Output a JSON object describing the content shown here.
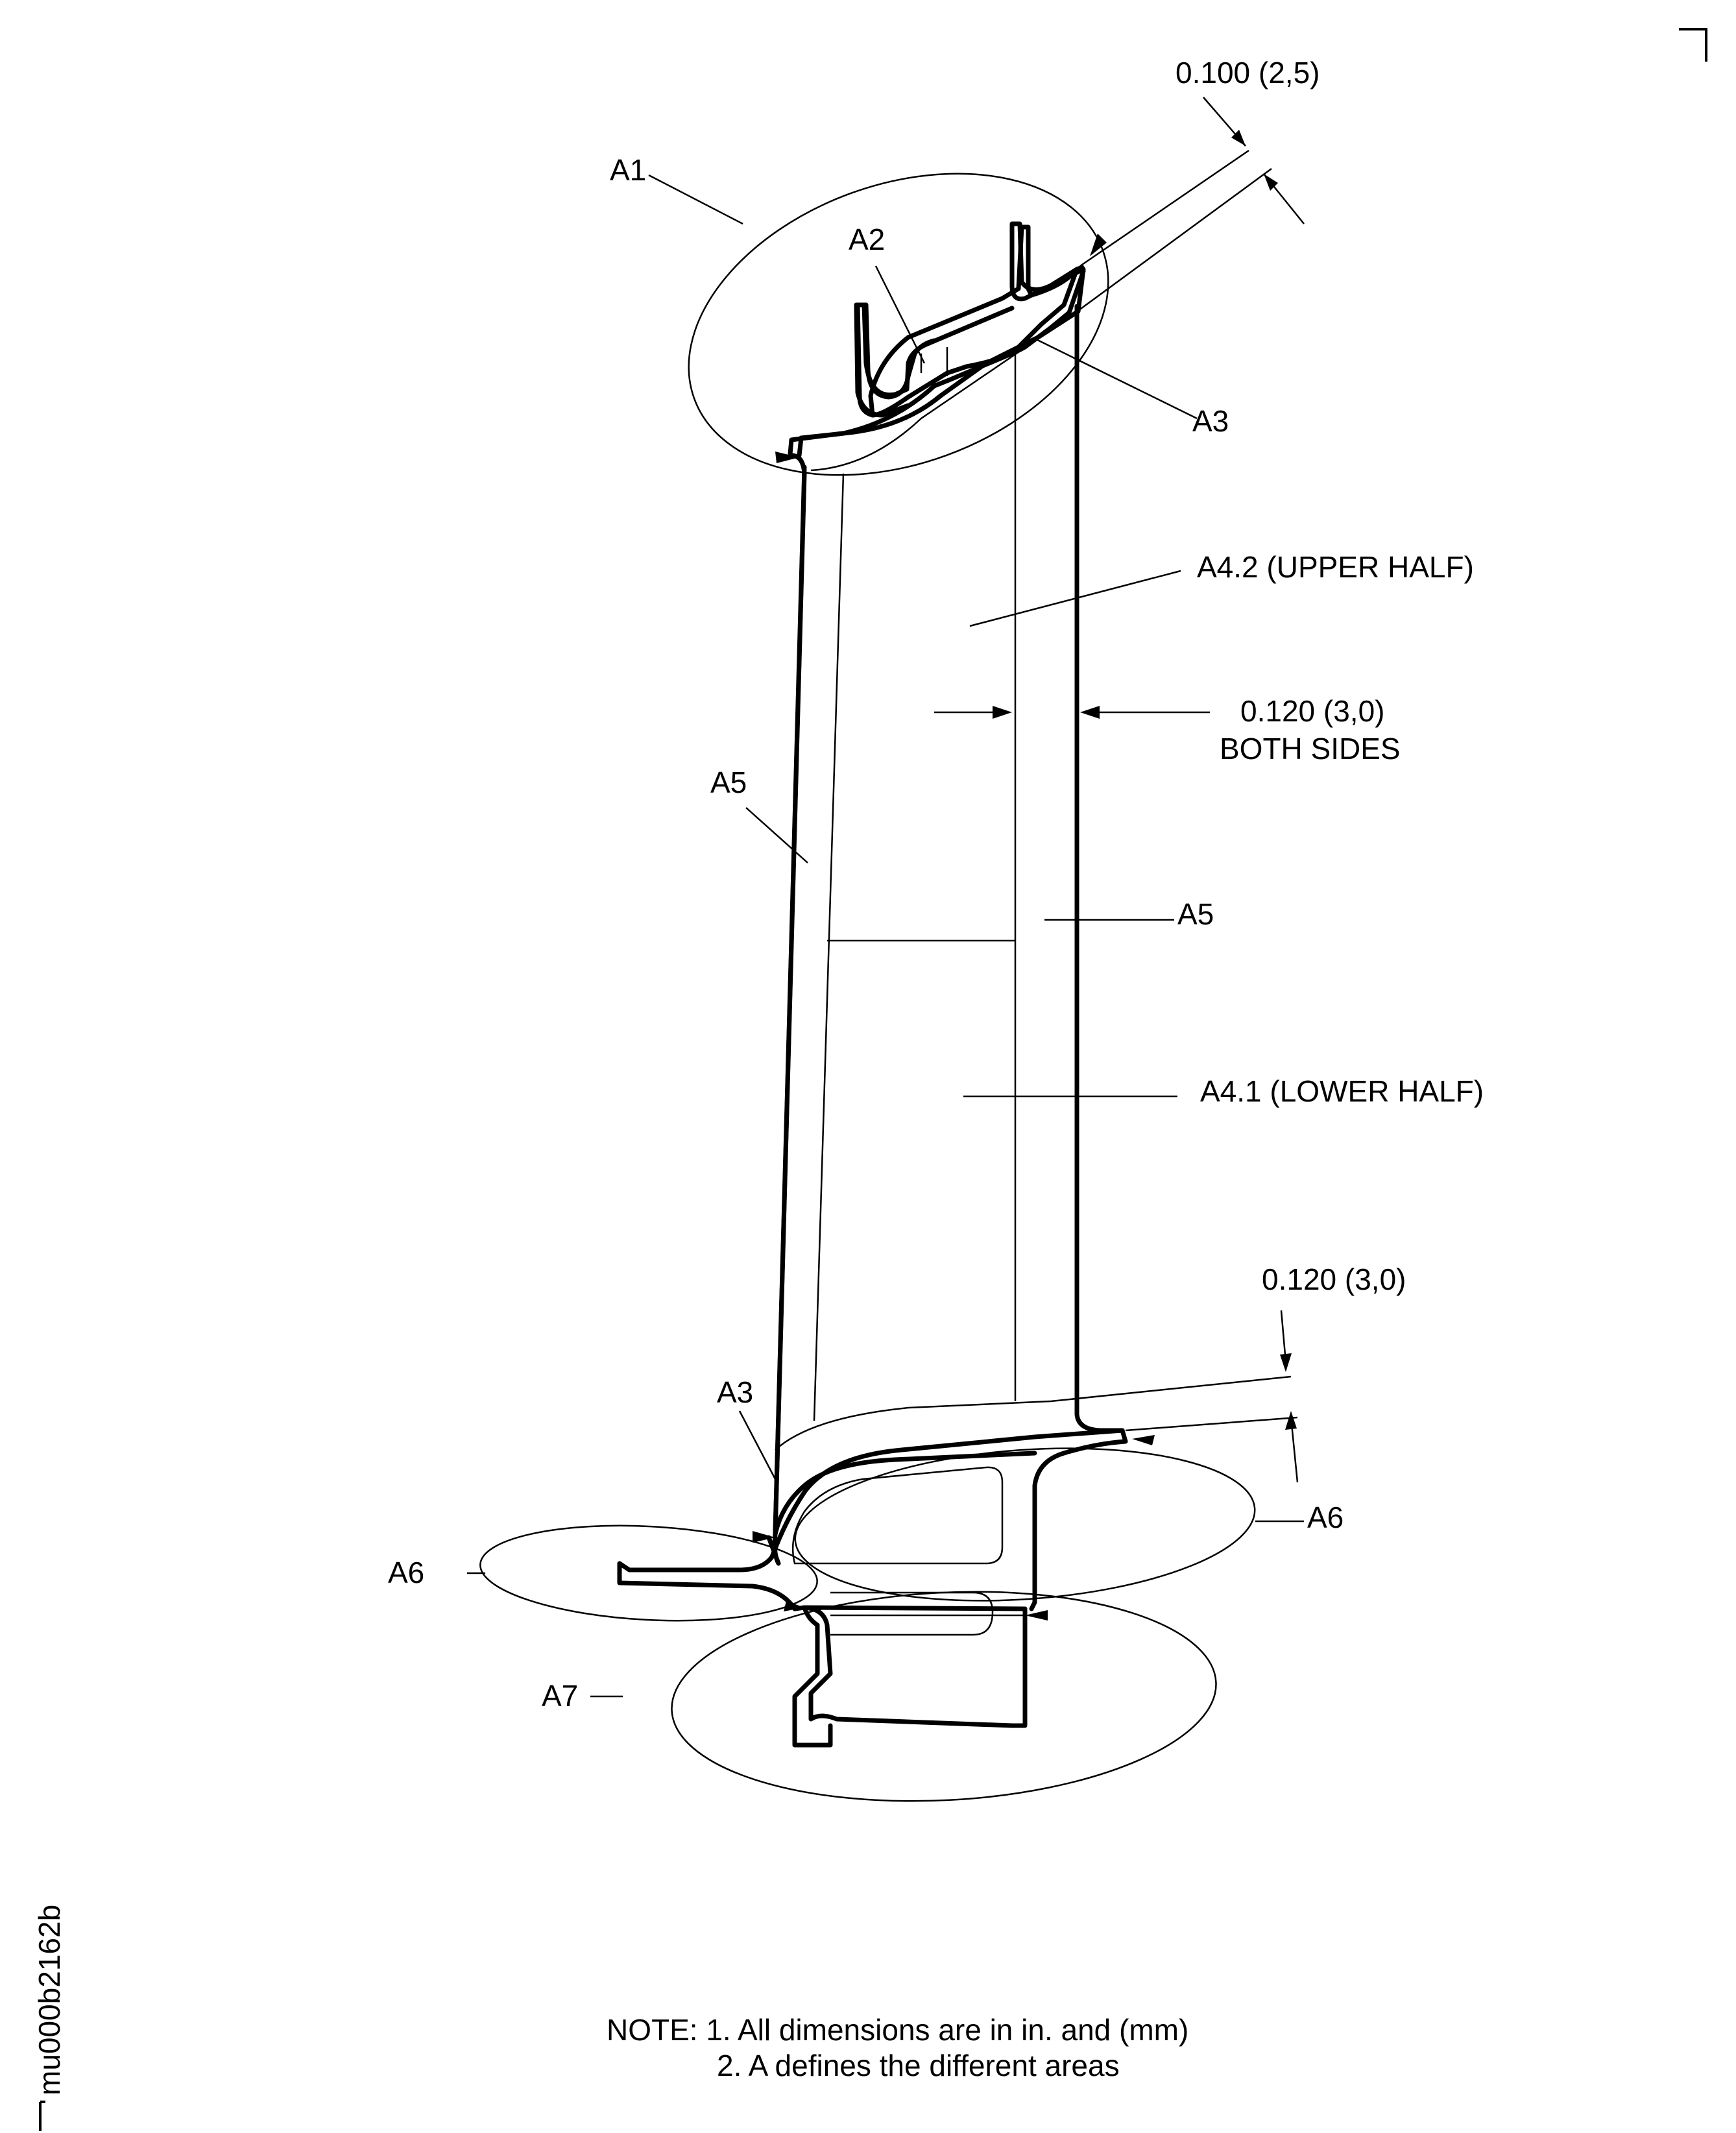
{
  "labels": {
    "a1": "A1",
    "a2": "A2",
    "a3_top": "A3",
    "a3_bottom": "A3",
    "a4_2": "A4.2 (UPPER HALF)",
    "a4_1": "A4.1 (LOWER HALF)",
    "a5_left": "A5",
    "a5_right": "A5",
    "a6_left": "A6",
    "a6_right": "A6",
    "a7": "A7"
  },
  "dimensions": {
    "top": "0.100 (2,5)",
    "middle_line1": "0.120 (3,0)",
    "middle_line2": "BOTH SIDES",
    "bottom": "0.120 (3,0)"
  },
  "notes": {
    "line1": "NOTE: 1. All dimensions are in in. and (mm)",
    "line2": "2. A defines the different areas"
  },
  "figure_id": "mu000b2162b",
  "colors": {
    "line": "#000000",
    "background": "#ffffff"
  }
}
